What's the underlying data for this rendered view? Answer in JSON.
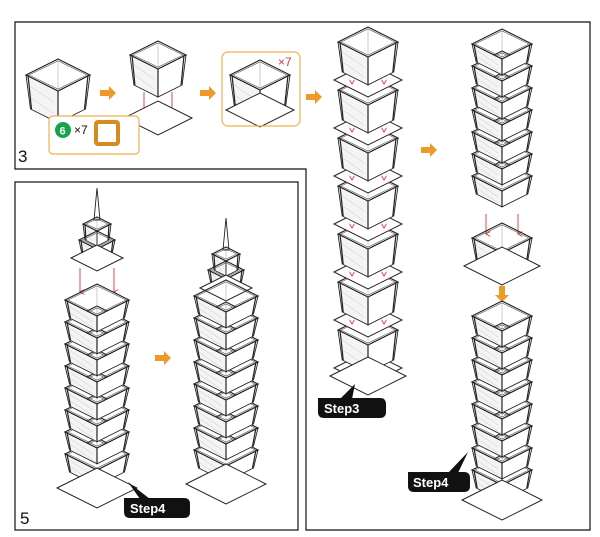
{
  "panels": {
    "step3": {
      "number": "3"
    },
    "step5": {
      "number": "5"
    }
  },
  "callouts": {
    "multiplier_top": "×7",
    "multiplier_part": "×7",
    "part_number": "6"
  },
  "step_tags": {
    "upper_right": "Step3",
    "lower_right": "Step4",
    "lower_left": "Step4"
  },
  "colors": {
    "arrow": "#ee9a2a",
    "guide": "#d9363e",
    "frame_highlight": "#f0b050",
    "part_badge": "#17a34a",
    "part_piece": "#d58a22",
    "tag_bg": "#111111"
  },
  "tower_counts": {
    "step3_stack": 7,
    "assembled_upper": 7,
    "assembled_lower": 8,
    "step5_before": 8,
    "step5_after": 8
  }
}
